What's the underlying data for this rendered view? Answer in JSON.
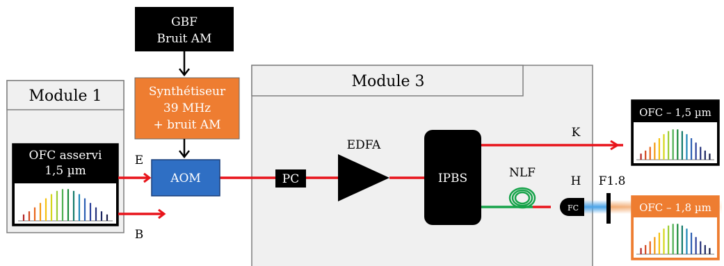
{
  "gbf": {
    "line1": "GBF",
    "line2": "Bruit AM"
  },
  "synth": {
    "line1": "Synthétiseur",
    "line2": "39 MHz",
    "line3": "+ bruit AM"
  },
  "module1": {
    "title": "Module 1",
    "ofc_line1": "OFC asservi",
    "ofc_line2": "1,5 µm"
  },
  "module3": {
    "title": "Module 3"
  },
  "components": {
    "aom": "AOM",
    "pc": "PC",
    "edfa": "EDFA",
    "ipbs": "IPBS",
    "nlf": "NLF",
    "fc": "FC",
    "filter": "F1.8"
  },
  "ports": {
    "e": "E",
    "b": "B",
    "k": "K",
    "h": "H"
  },
  "outputs": {
    "ofc15": "OFC – 1,5 µm",
    "ofc18": "OFC – 1,8 µm"
  },
  "colors": {
    "black": "#000000",
    "orange": "#ee7d31",
    "blue": "#2f6fc4",
    "red": "#e8141b",
    "green": "#17a34a",
    "panel_fill": "#f0f0f0",
    "panel_stroke": "#7f7f7f",
    "beam_blue": "#4aa3e8",
    "beam_orange": "#f0a060"
  },
  "spectrum_colors": [
    "#b22222",
    "#d2451e",
    "#e8651a",
    "#f29a12",
    "#f5c10e",
    "#d6d61a",
    "#9acd32",
    "#4caf50",
    "#1a8a3a",
    "#137a6a",
    "#1e88b8",
    "#2b5fb3",
    "#2a3f9a",
    "#23307a",
    "#1c2660",
    "#151a44"
  ]
}
